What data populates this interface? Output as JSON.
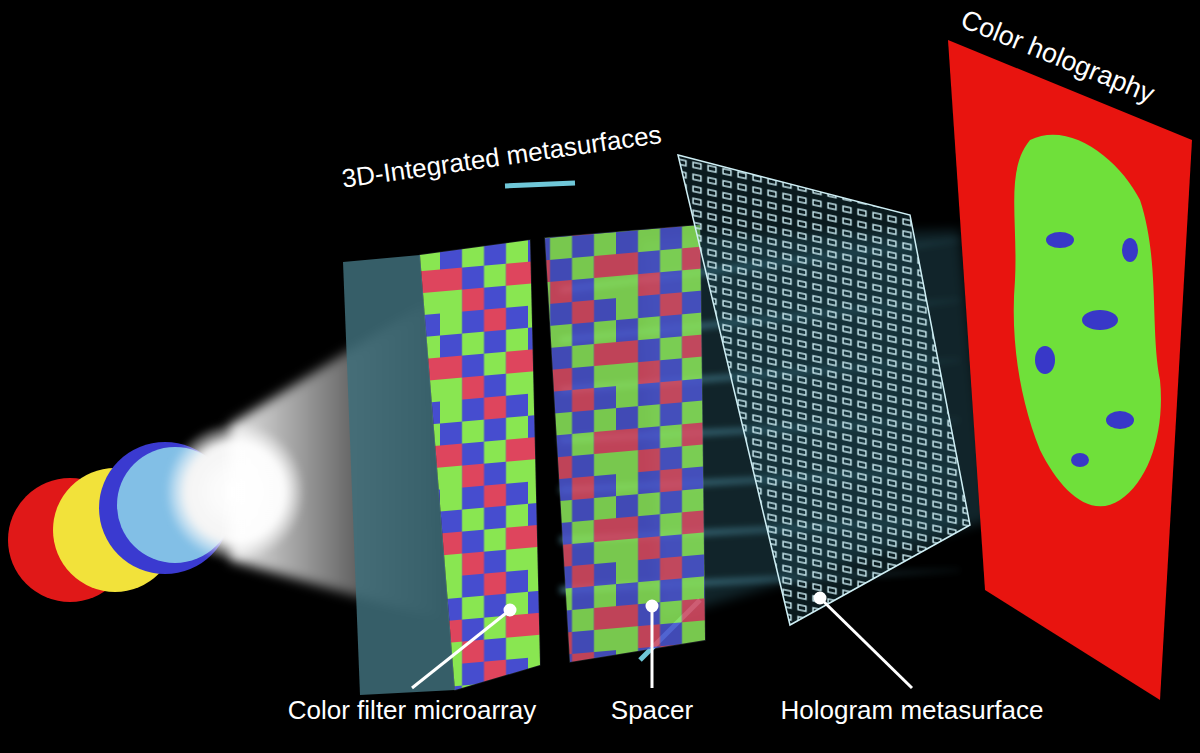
{
  "diagram": {
    "labels": [
      "3D-Integrated metasurfaces",
      "Color holography",
      "Color filter microarray",
      "Spacer",
      "Hologram metasurface"
    ]
  }
}
